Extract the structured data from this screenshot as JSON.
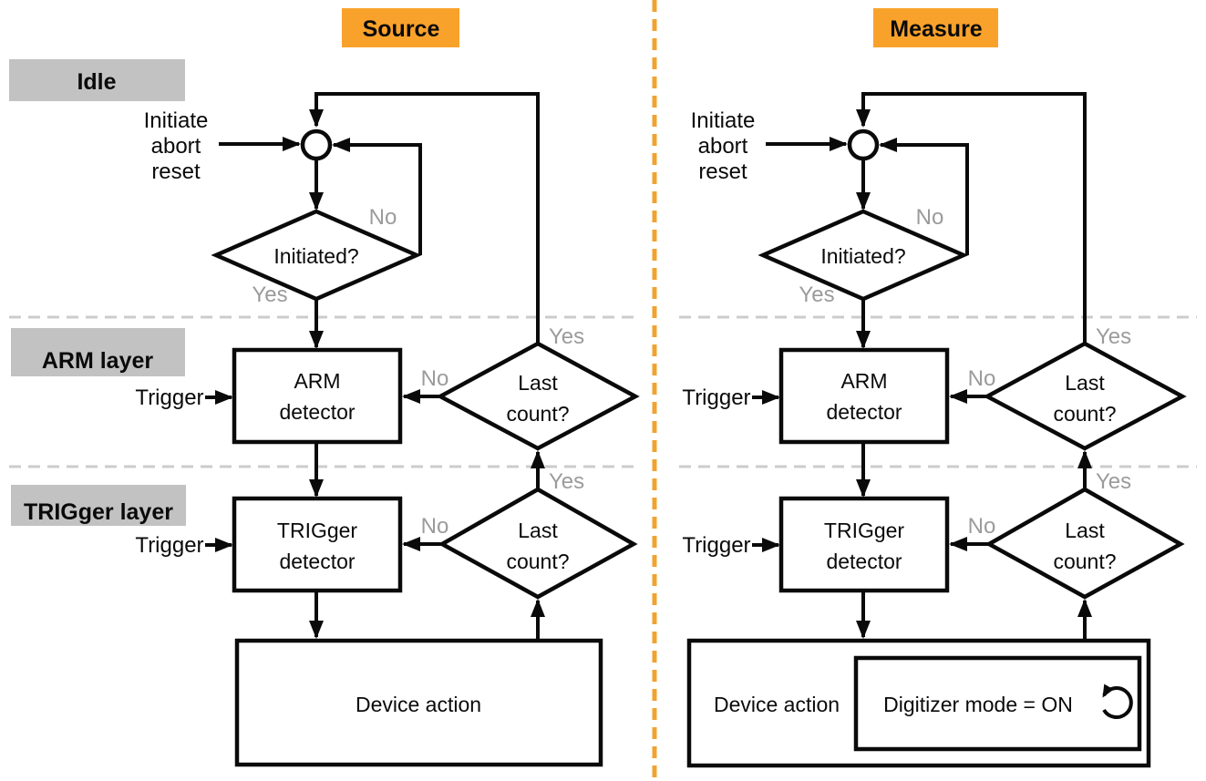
{
  "headers": {
    "source": "Source",
    "measure": "Measure"
  },
  "layer_labels": {
    "idle": "Idle",
    "arm": "ARM layer",
    "trigger": "TRIGger layer"
  },
  "labels": {
    "yes": "Yes",
    "no": "No",
    "trigger": "Trigger",
    "initiate_line1": "Initiate",
    "initiate_line2": "abort",
    "initiate_line3": "reset"
  },
  "nodes": {
    "initiated_decision": "Initiated?",
    "arm_detector_line1": "ARM",
    "arm_detector_line2": "detector",
    "trigger_detector_line1": "TRIGger",
    "trigger_detector_line2": "detector",
    "last_count_line1": "Last",
    "last_count_line2": "count?",
    "device_action": "Device action",
    "digitizer_mode": "Digitizer mode = ON"
  },
  "icons": {
    "loop": "counterclockwise-loop-arrow"
  },
  "colors": {
    "header_bg": "#F9A22B",
    "divider": "#F0A330",
    "layer_bg": "#C2C2C2",
    "gray_text": "#9B9B9B",
    "line": "#0A0A0A",
    "dashed_gray": "#CCCCCC"
  }
}
